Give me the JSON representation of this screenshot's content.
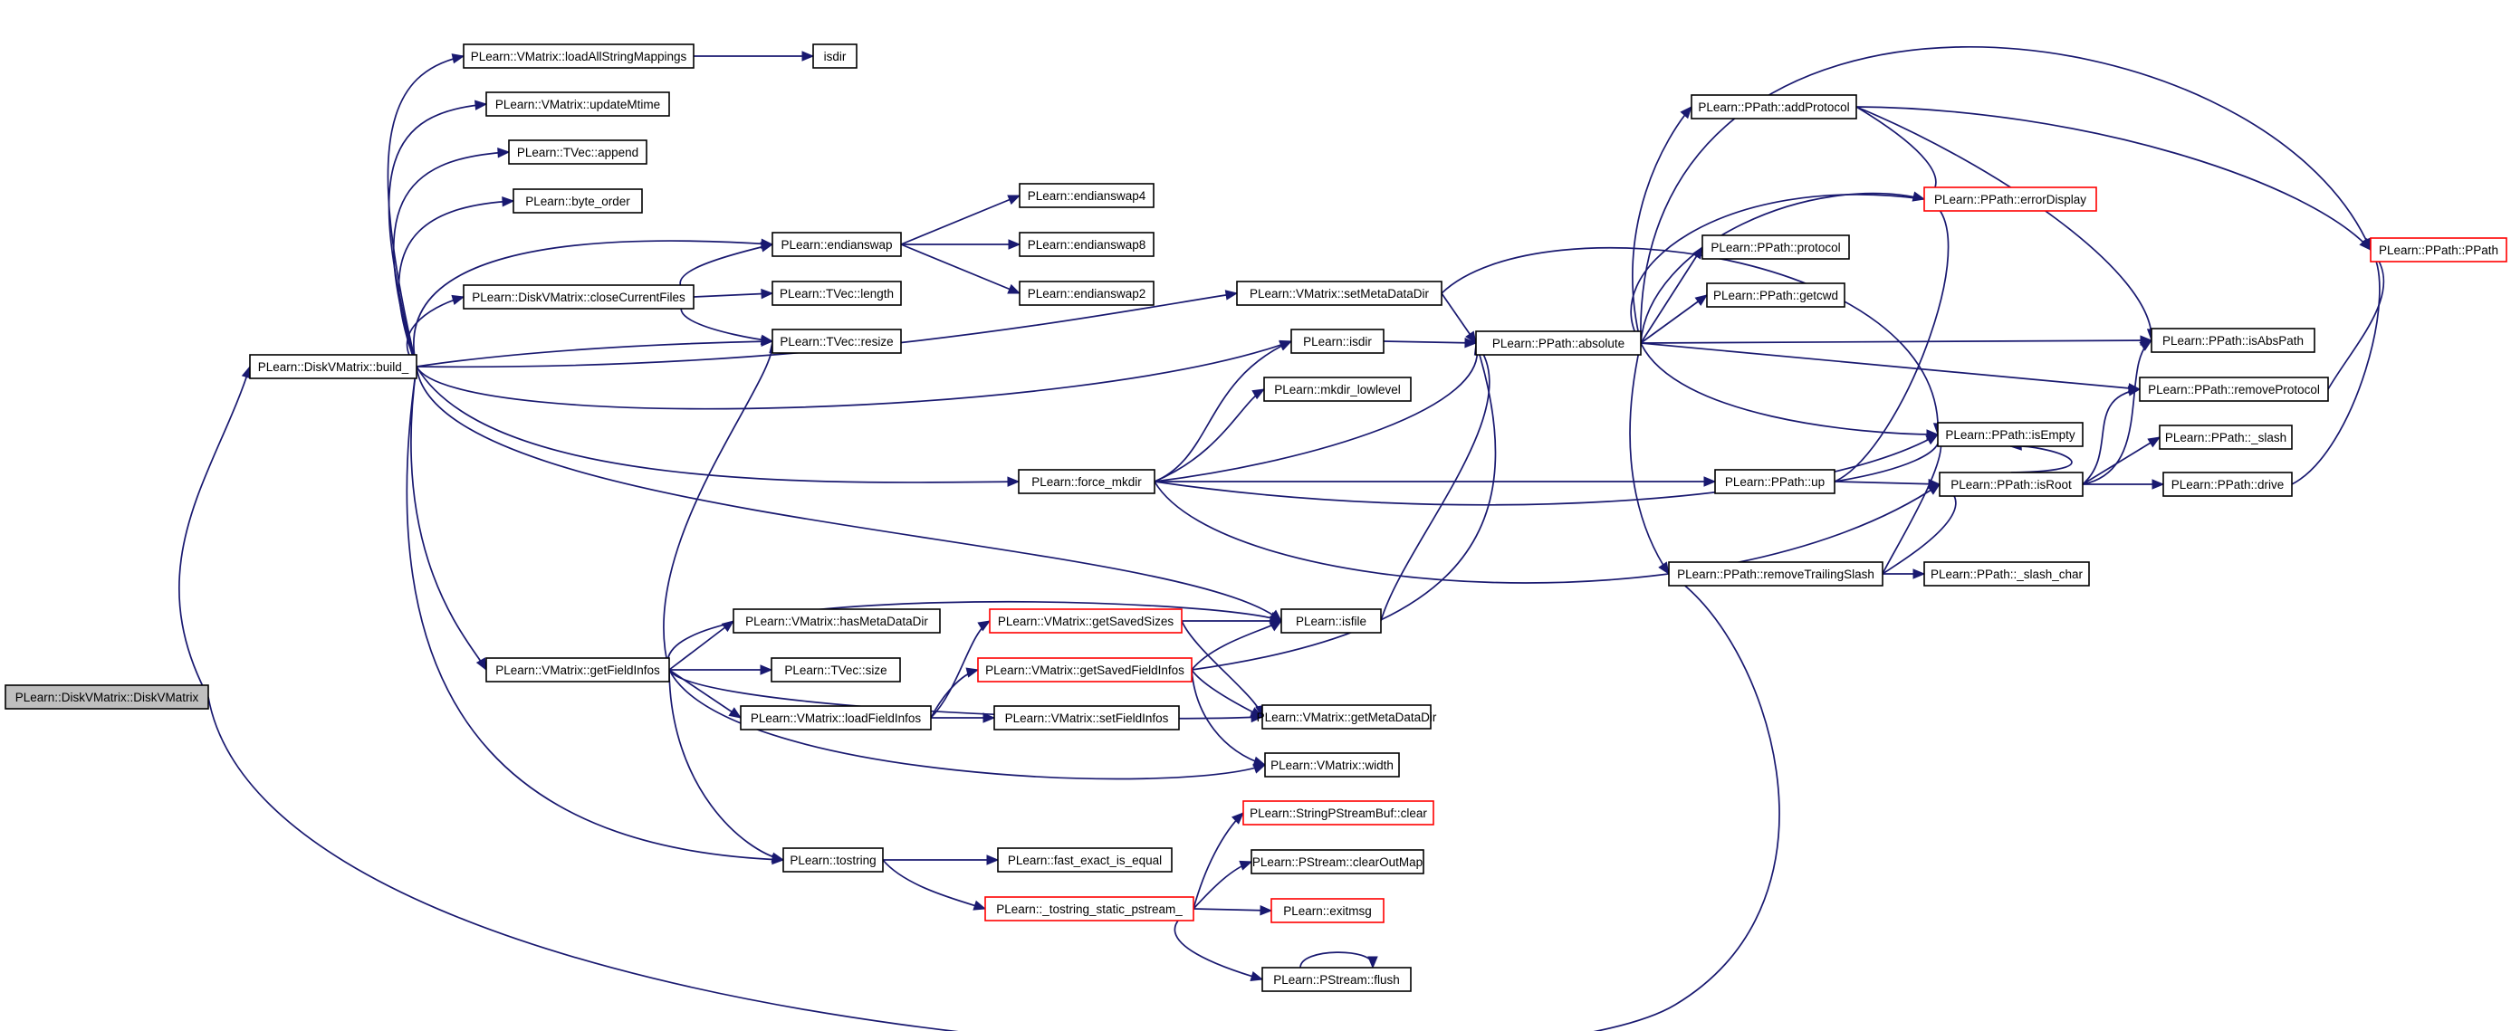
{
  "diagram": {
    "nodes": [
      {
        "id": "disk_ctor",
        "label": "PLearn::DiskVMatrix::DiskVMatrix",
        "style": "root"
      },
      {
        "id": "build_",
        "label": "PLearn::DiskVMatrix::build_",
        "style": "normal"
      },
      {
        "id": "loadAll",
        "label": "PLearn::VMatrix::loadAllStringMappings",
        "style": "normal"
      },
      {
        "id": "isdir1",
        "label": "isdir",
        "style": "normal"
      },
      {
        "id": "updMtime",
        "label": "PLearn::VMatrix::updateMtime",
        "style": "normal"
      },
      {
        "id": "tvappend",
        "label": "PLearn::TVec::append",
        "style": "normal"
      },
      {
        "id": "byteorder",
        "label": "PLearn::byte_order",
        "style": "normal"
      },
      {
        "id": "endianswap",
        "label": "PLearn::endianswap",
        "style": "normal"
      },
      {
        "id": "es4",
        "label": "PLearn::endianswap4",
        "style": "normal"
      },
      {
        "id": "es8",
        "label": "PLearn::endianswap8",
        "style": "normal"
      },
      {
        "id": "es2",
        "label": "PLearn::endianswap2",
        "style": "normal"
      },
      {
        "id": "closeCur",
        "label": "PLearn::DiskVMatrix::closeCurrentFiles",
        "style": "normal"
      },
      {
        "id": "tvlength",
        "label": "PLearn::TVec::length",
        "style": "normal"
      },
      {
        "id": "tvresize",
        "label": "PLearn::TVec::resize",
        "style": "normal"
      },
      {
        "id": "setMeta",
        "label": "PLearn::VMatrix::setMetaDataDir",
        "style": "normal"
      },
      {
        "id": "plisdir",
        "label": "PLearn::isdir",
        "style": "normal"
      },
      {
        "id": "absolute",
        "label": "PLearn::PPath::absolute",
        "style": "normal"
      },
      {
        "id": "mkdirlow",
        "label": "PLearn::mkdir_lowlevel",
        "style": "normal"
      },
      {
        "id": "forcemk",
        "label": "PLearn::force_mkdir",
        "style": "normal"
      },
      {
        "id": "addProt",
        "label": "PLearn::PPath::addProtocol",
        "style": "normal"
      },
      {
        "id": "errDisp",
        "label": "PLearn::PPath::errorDisplay",
        "style": "red"
      },
      {
        "id": "protocol",
        "label": "PLearn::PPath::protocol",
        "style": "normal"
      },
      {
        "id": "getcwd",
        "label": "PLearn::PPath::getcwd",
        "style": "normal"
      },
      {
        "id": "pup",
        "label": "PLearn::PPath::up",
        "style": "normal"
      },
      {
        "id": "rmTrail",
        "label": "PLearn::PPath::removeTrailingSlash",
        "style": "normal"
      },
      {
        "id": "ppath",
        "label": "PLearn::PPath::PPath",
        "style": "red"
      },
      {
        "id": "isAbs",
        "label": "PLearn::PPath::isAbsPath",
        "style": "normal"
      },
      {
        "id": "rmProt",
        "label": "PLearn::PPath::removeProtocol",
        "style": "normal"
      },
      {
        "id": "isEmpty",
        "label": "PLearn::PPath::isEmpty",
        "style": "normal"
      },
      {
        "id": "slash",
        "label": "PLearn::PPath::_slash",
        "style": "normal"
      },
      {
        "id": "isRoot",
        "label": "PLearn::PPath::isRoot",
        "style": "normal"
      },
      {
        "id": "drive",
        "label": "PLearn::PPath::drive",
        "style": "normal"
      },
      {
        "id": "slashchar",
        "label": "PLearn::PPath::_slash_char",
        "style": "normal"
      },
      {
        "id": "getFI",
        "label": "PLearn::VMatrix::getFieldInfos",
        "style": "normal"
      },
      {
        "id": "hasMeta",
        "label": "PLearn::VMatrix::hasMetaDataDir",
        "style": "normal"
      },
      {
        "id": "tvsize",
        "label": "PLearn::TVec::size",
        "style": "normal"
      },
      {
        "id": "loadFI",
        "label": "PLearn::VMatrix::loadFieldInfos",
        "style": "normal"
      },
      {
        "id": "getSS",
        "label": "PLearn::VMatrix::getSavedSizes",
        "style": "red"
      },
      {
        "id": "getSFI",
        "label": "PLearn::VMatrix::getSavedFieldInfos",
        "style": "red"
      },
      {
        "id": "setFI",
        "label": "PLearn::VMatrix::setFieldInfos",
        "style": "normal"
      },
      {
        "id": "isfile",
        "label": "PLearn::isfile",
        "style": "normal"
      },
      {
        "id": "getMeta",
        "label": "PLearn::VMatrix::getMetaDataDir",
        "style": "normal"
      },
      {
        "id": "width",
        "label": "PLearn::VMatrix::width",
        "style": "normal"
      },
      {
        "id": "tostring",
        "label": "PLearn::tostring",
        "style": "normal"
      },
      {
        "id": "fastEq",
        "label": "PLearn::fast_exact_is_equal",
        "style": "normal"
      },
      {
        "id": "tsps",
        "label": "PLearn::_tostring_static_pstream_",
        "style": "red"
      },
      {
        "id": "spsbclear",
        "label": "PLearn::StringPStreamBuf::clear",
        "style": "red"
      },
      {
        "id": "clearOut",
        "label": "PLearn::PStream::clearOutMap",
        "style": "normal"
      },
      {
        "id": "exitmsg",
        "label": "PLearn::exitmsg",
        "style": "red"
      },
      {
        "id": "flush",
        "label": "PLearn::PStream::flush",
        "style": "normal"
      }
    ],
    "edges": [
      [
        "disk_ctor",
        "build_"
      ],
      [
        "disk_ctor",
        "rmTrail"
      ],
      [
        "build_",
        "loadAll"
      ],
      [
        "build_",
        "updMtime"
      ],
      [
        "build_",
        "tvappend"
      ],
      [
        "build_",
        "byteorder"
      ],
      [
        "build_",
        "endianswap"
      ],
      [
        "build_",
        "closeCur"
      ],
      [
        "build_",
        "tvresize"
      ],
      [
        "build_",
        "setMeta"
      ],
      [
        "build_",
        "plisdir"
      ],
      [
        "build_",
        "forcemk"
      ],
      [
        "build_",
        "isfile"
      ],
      [
        "build_",
        "getFI"
      ],
      [
        "build_",
        "tostring"
      ],
      [
        "loadAll",
        "isdir1"
      ],
      [
        "endianswap",
        "es4"
      ],
      [
        "endianswap",
        "es8"
      ],
      [
        "endianswap",
        "es2"
      ],
      [
        "closeCur",
        "endianswap"
      ],
      [
        "closeCur",
        "tvlength"
      ],
      [
        "closeCur",
        "tvresize"
      ],
      [
        "setMeta",
        "absolute"
      ],
      [
        "setMeta",
        "isEmpty"
      ],
      [
        "plisdir",
        "absolute"
      ],
      [
        "forcemk",
        "plisdir"
      ],
      [
        "forcemk",
        "mkdirlow"
      ],
      [
        "forcemk",
        "absolute"
      ],
      [
        "forcemk",
        "pup"
      ],
      [
        "forcemk",
        "isEmpty"
      ],
      [
        "forcemk",
        "isRoot"
      ],
      [
        "absolute",
        "ppath"
      ],
      [
        "absolute",
        "addProt"
      ],
      [
        "absolute",
        "errDisp"
      ],
      [
        "absolute",
        "protocol"
      ],
      [
        "absolute",
        "getcwd"
      ],
      [
        "absolute",
        "isAbs"
      ],
      [
        "absolute",
        "rmProt"
      ],
      [
        "absolute",
        "isEmpty"
      ],
      [
        "absolute",
        "rmTrail"
      ],
      [
        "addProt",
        "errDisp"
      ],
      [
        "addProt",
        "ppath"
      ],
      [
        "addProt",
        "isAbs"
      ],
      [
        "errDisp",
        "absolute"
      ],
      [
        "rmProt",
        "ppath"
      ],
      [
        "pup",
        "errDisp"
      ],
      [
        "pup",
        "isEmpty"
      ],
      [
        "pup",
        "isRoot"
      ],
      [
        "isRoot",
        "isEmpty"
      ],
      [
        "isRoot",
        "isAbs"
      ],
      [
        "isRoot",
        "rmProt"
      ],
      [
        "isRoot",
        "slash"
      ],
      [
        "isRoot",
        "drive"
      ],
      [
        "drive",
        "ppath"
      ],
      [
        "rmTrail",
        "isEmpty"
      ],
      [
        "rmTrail",
        "isRoot"
      ],
      [
        "rmTrail",
        "slashchar"
      ],
      [
        "getFI",
        "tvresize"
      ],
      [
        "getFI",
        "isfile"
      ],
      [
        "getFI",
        "hasMeta"
      ],
      [
        "getFI",
        "tvsize"
      ],
      [
        "getFI",
        "loadFI"
      ],
      [
        "getFI",
        "getMeta"
      ],
      [
        "getFI",
        "width"
      ],
      [
        "getFI",
        "tostring"
      ],
      [
        "loadFI",
        "getSS"
      ],
      [
        "loadFI",
        "getSFI"
      ],
      [
        "loadFI",
        "setFI"
      ],
      [
        "getSS",
        "isfile"
      ],
      [
        "getSS",
        "getMeta"
      ],
      [
        "getSFI",
        "isfile"
      ],
      [
        "getSFI",
        "absolute"
      ],
      [
        "getSFI",
        "getMeta"
      ],
      [
        "getSFI",
        "width"
      ],
      [
        "isfile",
        "absolute"
      ],
      [
        "tostring",
        "fastEq"
      ],
      [
        "tostring",
        "tsps"
      ],
      [
        "tsps",
        "spsbclear"
      ],
      [
        "tsps",
        "clearOut"
      ],
      [
        "tsps",
        "exitmsg"
      ],
      [
        "tsps",
        "flush"
      ],
      [
        "flush",
        "flush"
      ]
    ]
  }
}
